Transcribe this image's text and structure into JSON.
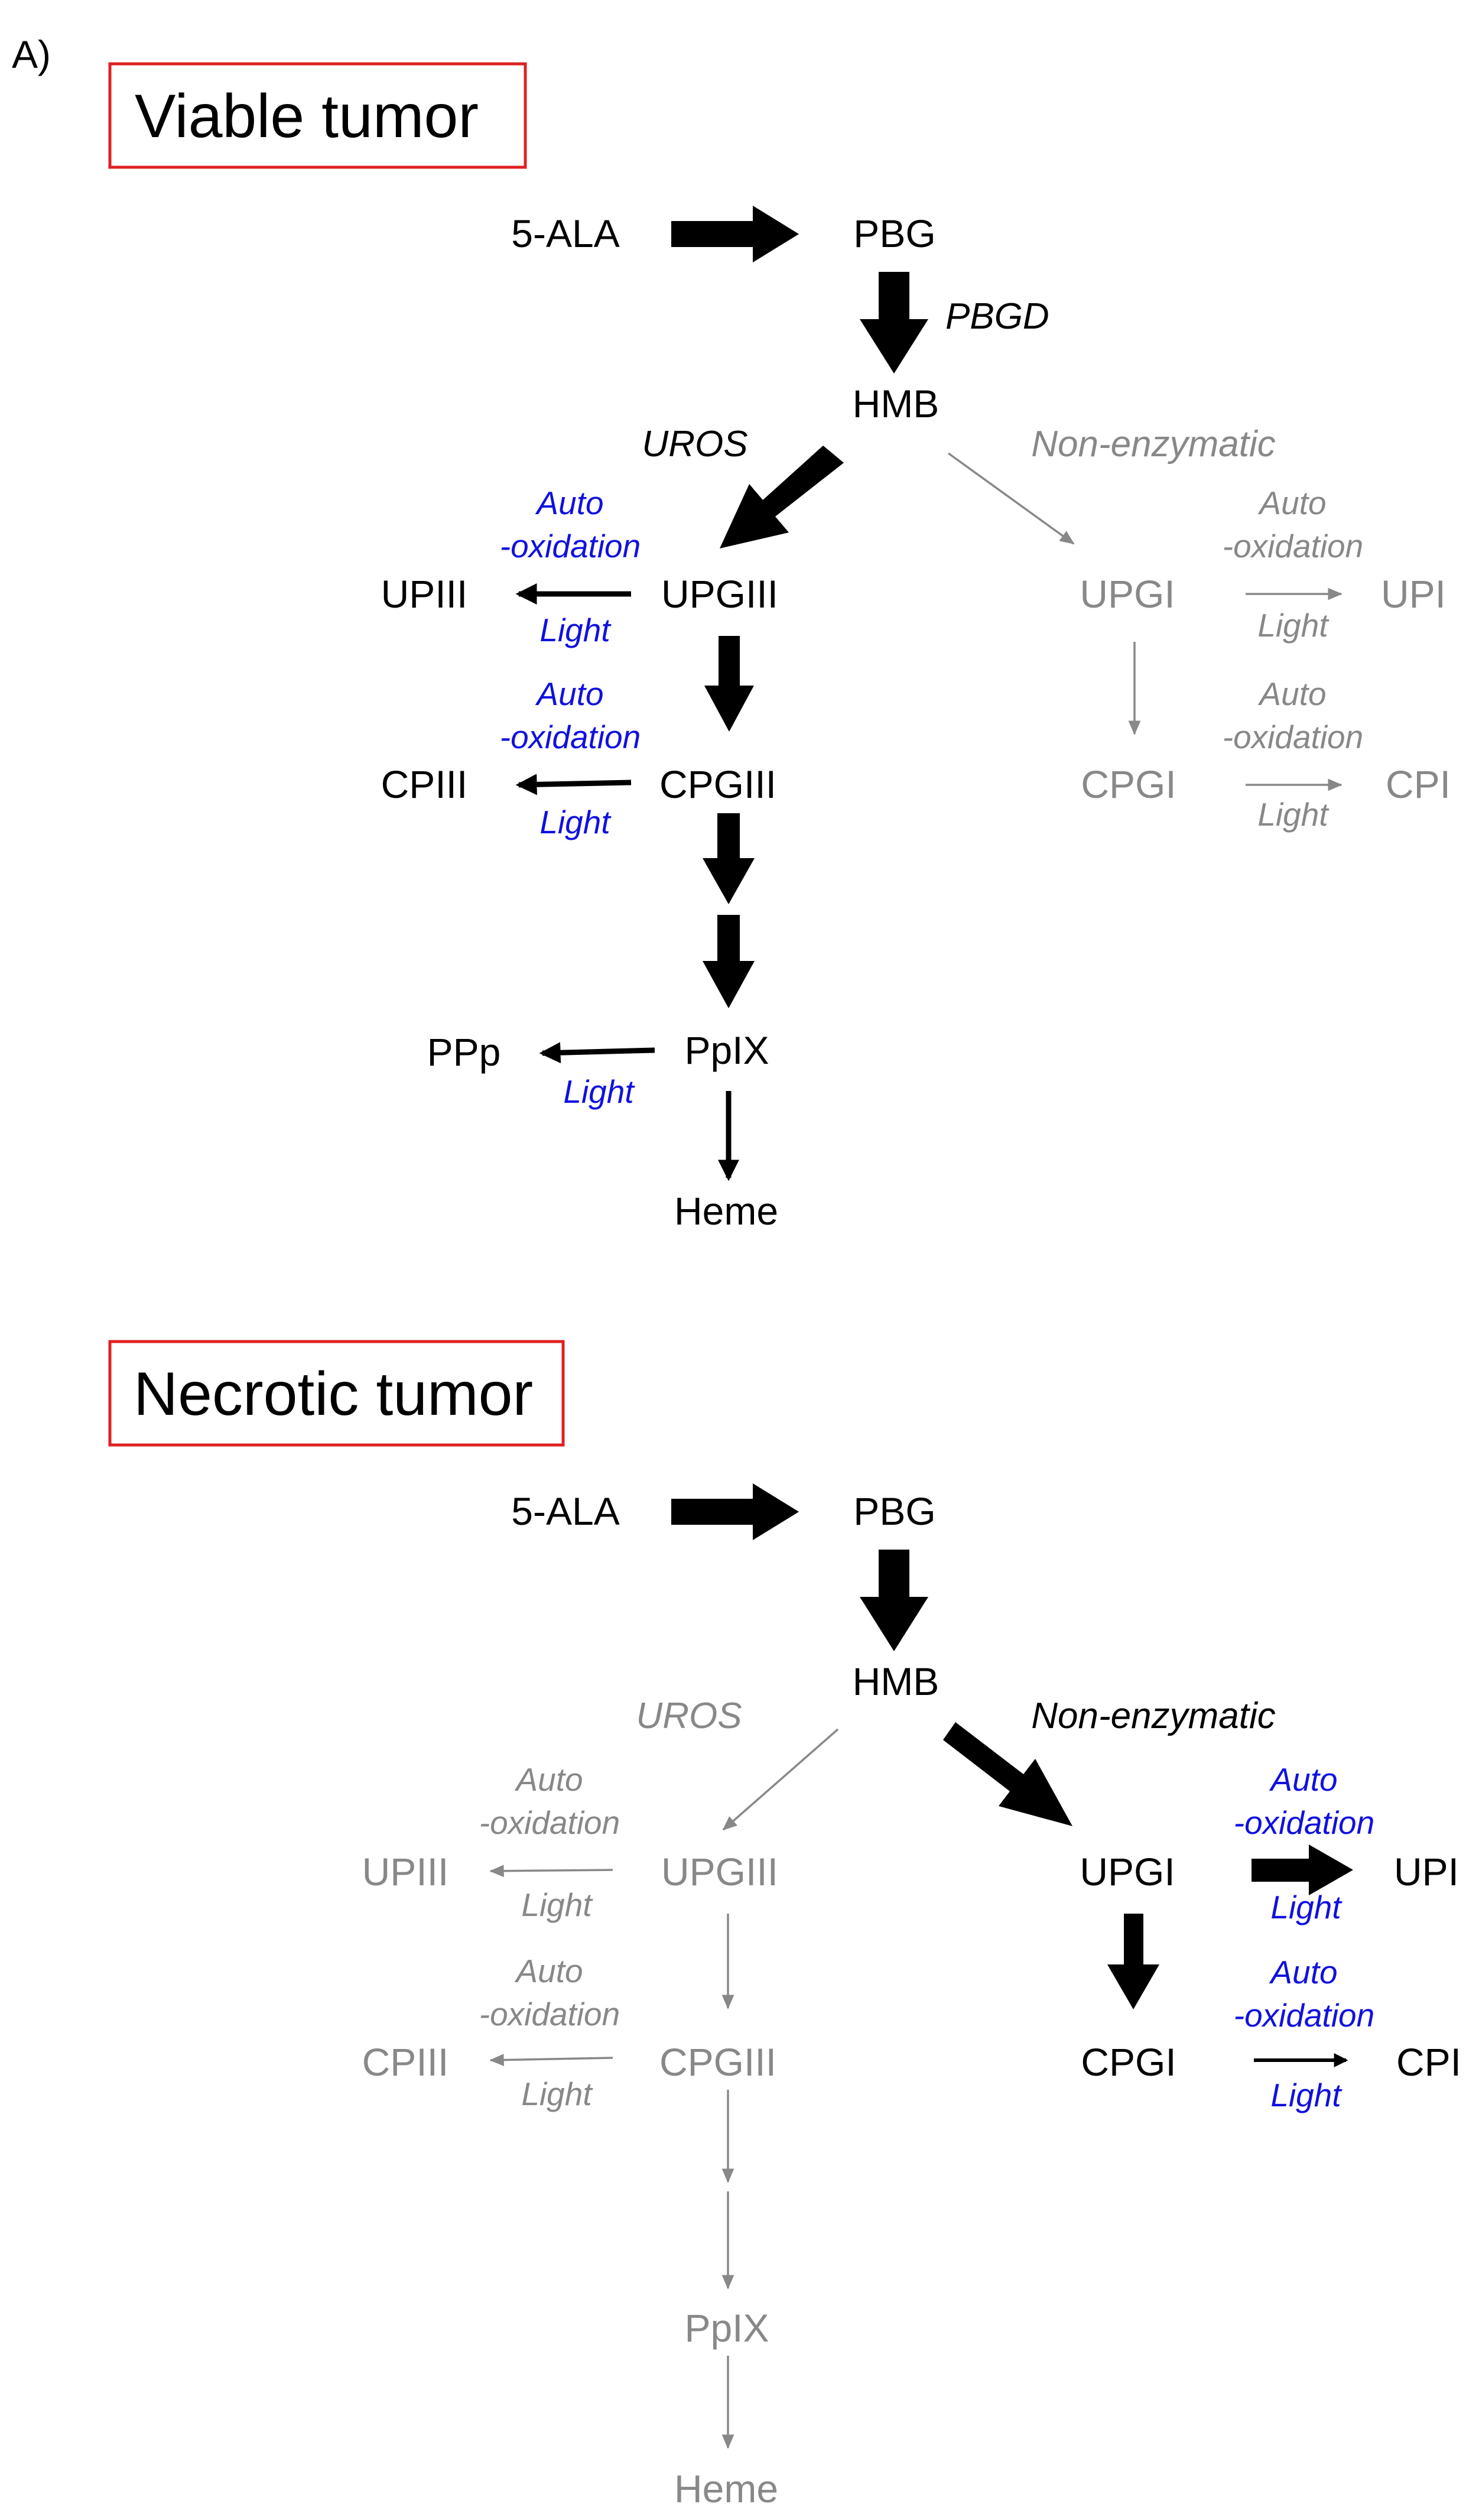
{
  "panel_label": "A)",
  "colors": {
    "active": "#000000",
    "inactive": "#888888",
    "blue": "#1010e0",
    "box_border": "#e02020"
  },
  "viable": {
    "title": "Viable tumor",
    "nodes": {
      "ala": "5-ALA",
      "pbg": "PBG",
      "hmb": "HMB",
      "upgiii": "UPGIII",
      "upiii": "UPIII",
      "cpgiii": "CPGIII",
      "cpiii": "CPIII",
      "ppix": "PpIX",
      "ppp": "PPp",
      "heme": "Heme",
      "upgi": "UPGI",
      "upi": "UPI",
      "cpgi": "CPGI",
      "cpi": "CPI"
    },
    "enzymes": {
      "pbgd": "PBGD",
      "uros": "UROS",
      "nonenz": "Non-enzymatic"
    },
    "reactions": {
      "upiii": {
        "auto": "Auto",
        "oxidation": "-oxidation",
        "light": "Light"
      },
      "cpiii": {
        "auto": "Auto",
        "oxidation": "-oxidation",
        "light": "Light"
      },
      "ppp": {
        "light": "Light"
      },
      "upi": {
        "auto": "Auto",
        "oxidation": "-oxidation",
        "light": "Light"
      },
      "cpi": {
        "auto": "Auto",
        "oxidation": "-oxidation",
        "light": "Light"
      }
    }
  },
  "necrotic": {
    "title": "Necrotic tumor",
    "nodes": {
      "ala": "5-ALA",
      "pbg": "PBG",
      "hmb": "HMB",
      "upgiii": "UPGIII",
      "upiii": "UPIII",
      "cpgiii": "CPGIII",
      "cpiii": "CPIII",
      "ppix": "PpIX",
      "heme": "Heme",
      "upgi": "UPGI",
      "upi": "UPI",
      "cpgi": "CPGI",
      "cpi": "CPI"
    },
    "enzymes": {
      "uros": "UROS",
      "nonenz": "Non-enzymatic"
    },
    "reactions": {
      "upiii": {
        "auto": "Auto",
        "oxidation": "-oxidation",
        "light": "Light"
      },
      "cpiii": {
        "auto": "Auto",
        "oxidation": "-oxidation",
        "light": "Light"
      },
      "upi": {
        "auto": "Auto",
        "oxidation": "-oxidation",
        "light": "Light"
      },
      "cpi": {
        "auto": "Auto",
        "oxidation": "-oxidation",
        "light": "Light"
      }
    }
  }
}
